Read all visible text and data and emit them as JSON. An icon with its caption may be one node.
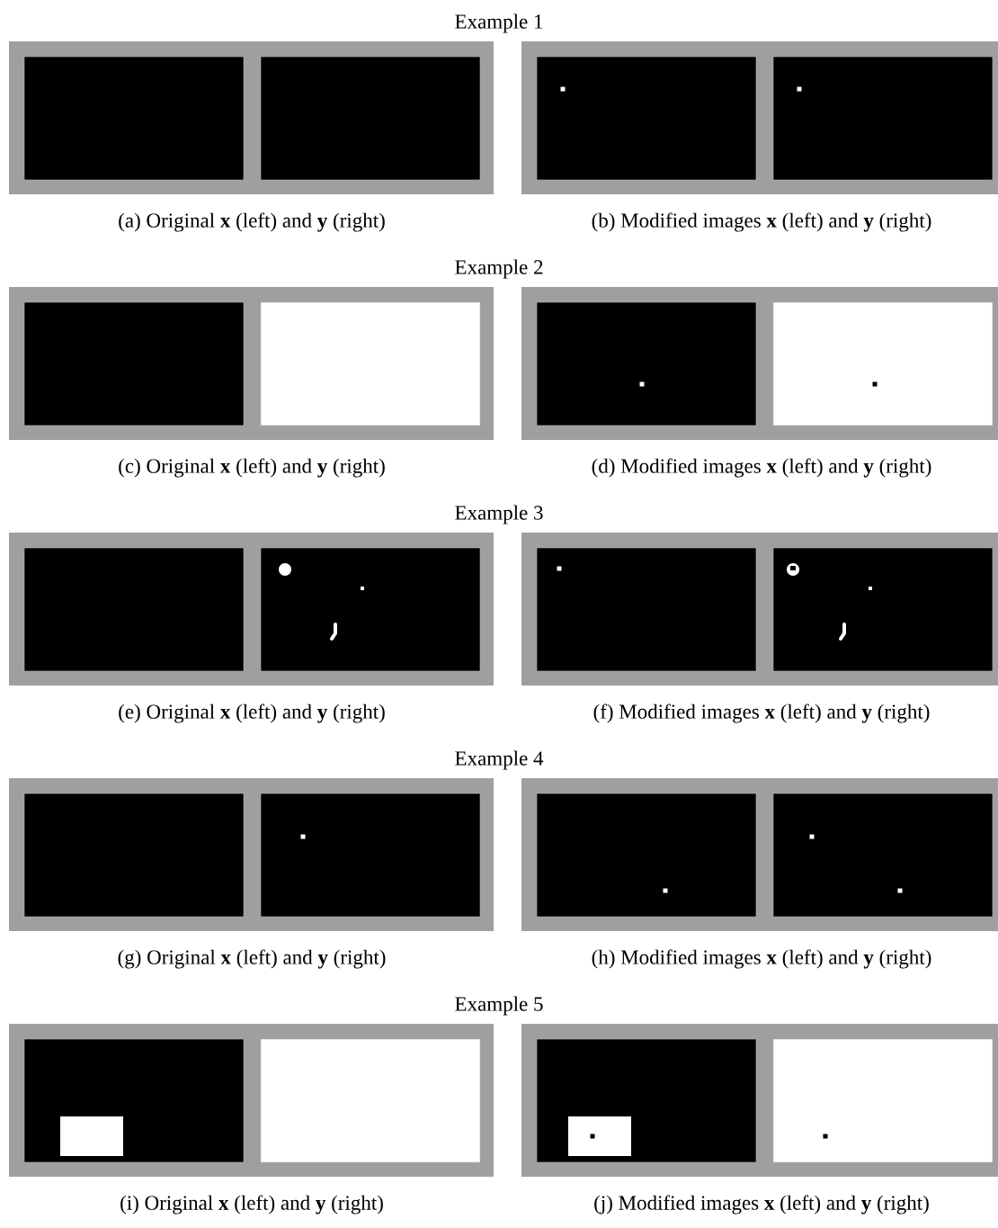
{
  "diagram": {
    "labels": [
      "Example 1",
      "(a) Original **x** (left) and **y** (right)",
      "(b) Modified images **x** (left) and **y** (right)",
      "Example 2",
      "(c) Original **x** (left) and **y** (right)",
      "(d) Modified images **x** (left) and **y** (right)",
      "Example 3",
      "(e) Original **x** (left) and **y** (right)",
      "(f) Modified images **x** (left) and **y** (right)",
      "Example 4",
      "(g) Original **x** (left) and **y** (right)",
      "(h) Modified images **x** (left) and **y** (right)",
      "Example 5",
      "(i) Original **x** (left) and **y** (right)",
      "(j) Modified images **x** (left) and **y** (right)"
    ]
  }
}
